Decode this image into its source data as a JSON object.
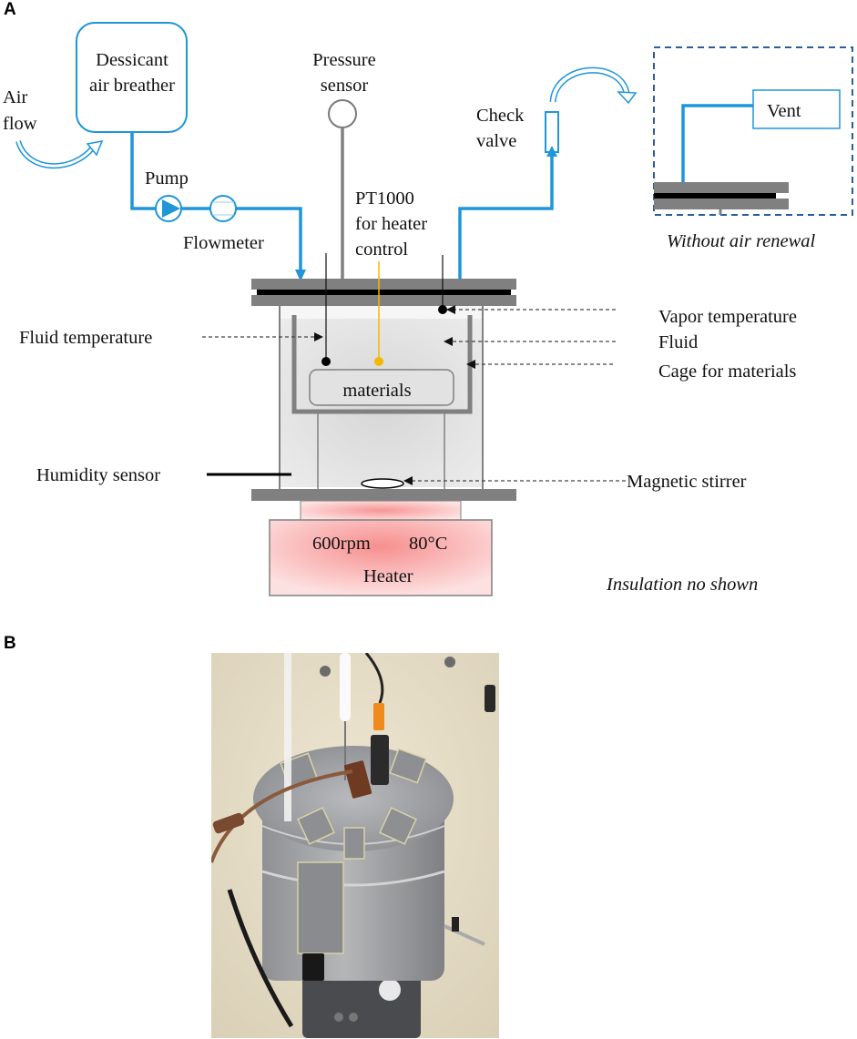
{
  "figure": {
    "panel_a_label": "A",
    "panel_b_label": "B"
  },
  "diagram": {
    "air_flow": [
      "Air",
      "flow"
    ],
    "dessicant": [
      "Dessicant",
      "air breather"
    ],
    "pump": "Pump",
    "flowmeter": "Flowmeter",
    "pressure_sensor": [
      "Pressure",
      "sensor"
    ],
    "pt1000": [
      "PT1000",
      "for heater",
      "control"
    ],
    "check_valve": [
      "Check",
      "valve"
    ],
    "vent": "Vent",
    "without_air_renewal": "Without air renewal",
    "fluid_temperature": "Fluid temperature",
    "vapor_temperature": "Vapor temperature",
    "fluid": "Fluid",
    "cage_for_materials": "Cage for materials",
    "materials": "materials",
    "humidity_sensor": "Humidity sensor",
    "magnetic_stirrer": "Magnetic stirrer",
    "stirrer_speed": "600rpm",
    "heater_temp": "80°C",
    "heater": "Heater",
    "insulation_note": "Insulation no shown",
    "colors": {
      "pipe_blue": "#1e96d8",
      "vessel_gray": "#808080",
      "seal_black": "#000000",
      "pt1000_yellow": "#f5b800",
      "heater_pink": "#f7a0a0",
      "dashed_box": "#2a5d9e"
    }
  },
  "photo": {
    "description": "Photograph of insulated test vessel on magnetic stirrer-heater inside an enclosure"
  }
}
